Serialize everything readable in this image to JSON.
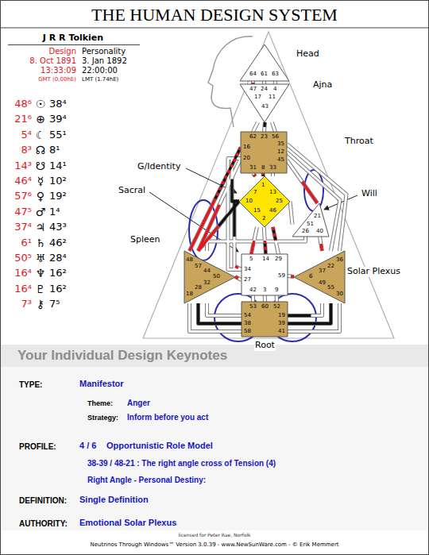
{
  "diagram": {
    "title": "THE HUMAN DESIGN SYSTEM",
    "nodes": [
      {
        "text": [
          "64",
          "61",
          "63"
        ]
      },
      {
        "text": [
          "47",
          "24",
          "4",
          "17",
          "43",
          "11"
        ]
      },
      {
        "text": [
          "62",
          "23",
          "56",
          "16",
          "20",
          "35",
          "12",
          "45",
          "31",
          "8",
          "33"
        ]
      },
      {
        "text": [
          "1",
          "7",
          "13",
          "10",
          "25",
          "15",
          "2",
          "46"
        ]
      },
      {
        "text": [
          "21",
          "51",
          "26",
          "40"
        ]
      },
      {
        "text": [
          "48",
          "57",
          "44",
          "50",
          "32",
          "28",
          "18"
        ]
      },
      {
        "text": [
          "5",
          "14",
          "29",
          "34",
          "59",
          "27",
          "42",
          "3",
          "9"
        ]
      },
      {
        "text": [
          "36",
          "22",
          "37",
          "6",
          "49",
          "55",
          "30"
        ]
      },
      {
        "text": [
          "53",
          "60",
          "52",
          "54",
          "19",
          "38",
          "39",
          "58",
          "41"
        ]
      }
    ],
    "edges": [
      {
        "from": 0,
        "to": 1,
        "arrow": "none"
      },
      {
        "from": 0,
        "to": 1,
        "arrow": "none"
      },
      {
        "from": 0,
        "to": 1,
        "arrow": "none"
      },
      {
        "from": 1,
        "to": 2,
        "arrow": "none"
      },
      {
        "from": 1,
        "to": 2,
        "arrow": "none"
      },
      {
        "from": 1,
        "to": 2,
        "arrow": "none"
      },
      {
        "from": 2,
        "to": 3,
        "arrow": "none"
      },
      {
        "from": 2,
        "to": 3,
        "arrow": "none"
      },
      {
        "from": 2,
        "to": 3,
        "arrow": "none"
      },
      {
        "from": 2,
        "to": 5,
        "arrow": "none"
      },
      {
        "from": 2,
        "to": 5,
        "arrow": "none"
      },
      {
        "from": 2,
        "to": 3,
        "arrow": "none"
      },
      {
        "from": 2,
        "to": 6,
        "arrow": "none"
      },
      {
        "from": 2,
        "to": 4,
        "arrow": "none"
      },
      {
        "from": 2,
        "to": 7,
        "arrow": "none"
      },
      {
        "from": 2,
        "to": 7,
        "arrow": "none"
      },
      {
        "from": 3,
        "to": 4,
        "arrow": "none"
      },
      {
        "from": 3,
        "to": 6,
        "arrow": "none"
      },
      {
        "from": 3,
        "to": 6,
        "arrow": "none"
      },
      {
        "from": 3,
        "to": 6,
        "arrow": "none"
      },
      {
        "from": 3,
        "to": 5,
        "arrow": "none"
      },
      {
        "from": 3,
        "to": 6,
        "arrow": "none"
      },
      {
        "from": 4,
        "to": 5,
        "arrow": "none"
      },
      {
        "from": 4,
        "to": 7,
        "arrow": "none"
      },
      {
        "from": 5,
        "to": 6,
        "arrow": "none"
      },
      {
        "from": 5,
        "to": 6,
        "arrow": "none"
      },
      {
        "from": 5,
        "to": 8,
        "arrow": "none"
      },
      {
        "from": 5,
        "to": 8,
        "arrow": "none"
      },
      {
        "from": 5,
        "to": 8,
        "arrow": "none"
      },
      {
        "from": 6,
        "to": 7,
        "arrow": "none"
      },
      {
        "from": 6,
        "to": 8,
        "arrow": "none"
      },
      {
        "from": 6,
        "to": 8,
        "arrow": "none"
      },
      {
        "from": 6,
        "to": 8,
        "arrow": "none"
      },
      {
        "from": 7,
        "to": 8,
        "arrow": "none"
      },
      {
        "from": 7,
        "to": 8,
        "arrow": "none"
      },
      {
        "from": 7,
        "to": 8,
        "arrow": "none"
      }
    ],
    "labels": [
      "J R R Tolkien",
      "Design",
      "Personality",
      "8. Oct 1891",
      "3. Jan 1892",
      "13:33:09",
      "22:00:00",
      "GMT (0,00hE)",
      "LMT (1.74hE)",
      "48⁶",
      "☉",
      "38⁴",
      "21⁶",
      "⊕",
      "39⁴",
      "5⁴",
      "☾",
      "55¹",
      "8³",
      "☊",
      "8¹",
      "14³",
      "☋",
      "14¹",
      "46⁴",
      "☿",
      "10²",
      "57⁶",
      "♀",
      "19²",
      "47⁵",
      "♂",
      "1⁴",
      "37⁴",
      "♃",
      "43³",
      "6¹",
      "♄",
      "46²",
      "50⁵",
      "♅",
      "28⁴",
      "16⁴",
      "♆",
      "16²",
      "16⁴",
      "♇",
      "16²",
      "7³",
      "⚷",
      "7⁵",
      "Head",
      "Ajna",
      "Throat",
      "G/Identity",
      "Will",
      "Sacral",
      "Spleen",
      "Solar Plexus",
      "Root",
      "Your Individual Design Keynotes",
      "TYPE:",
      "Manifestor",
      "Theme:",
      "Anger",
      "Strategy:",
      "Inform before you act",
      "PROFILE:",
      "4 / 6",
      "Opportunistic Role Model",
      "38-39 / 48-21 : The right angle cross of Tension (4)",
      "Right Angle - Personal Destiny:",
      "DEFINITION:",
      "Single Definition",
      "AUTHORITY:",
      "Emotional Solar Plexus",
      "licensed for Peter Rae, Norfolk",
      "Neutrinos Through Windows™ Version 3.0.39 - www.NewSunWare.com - © Erik Memmert"
    ]
  }
}
